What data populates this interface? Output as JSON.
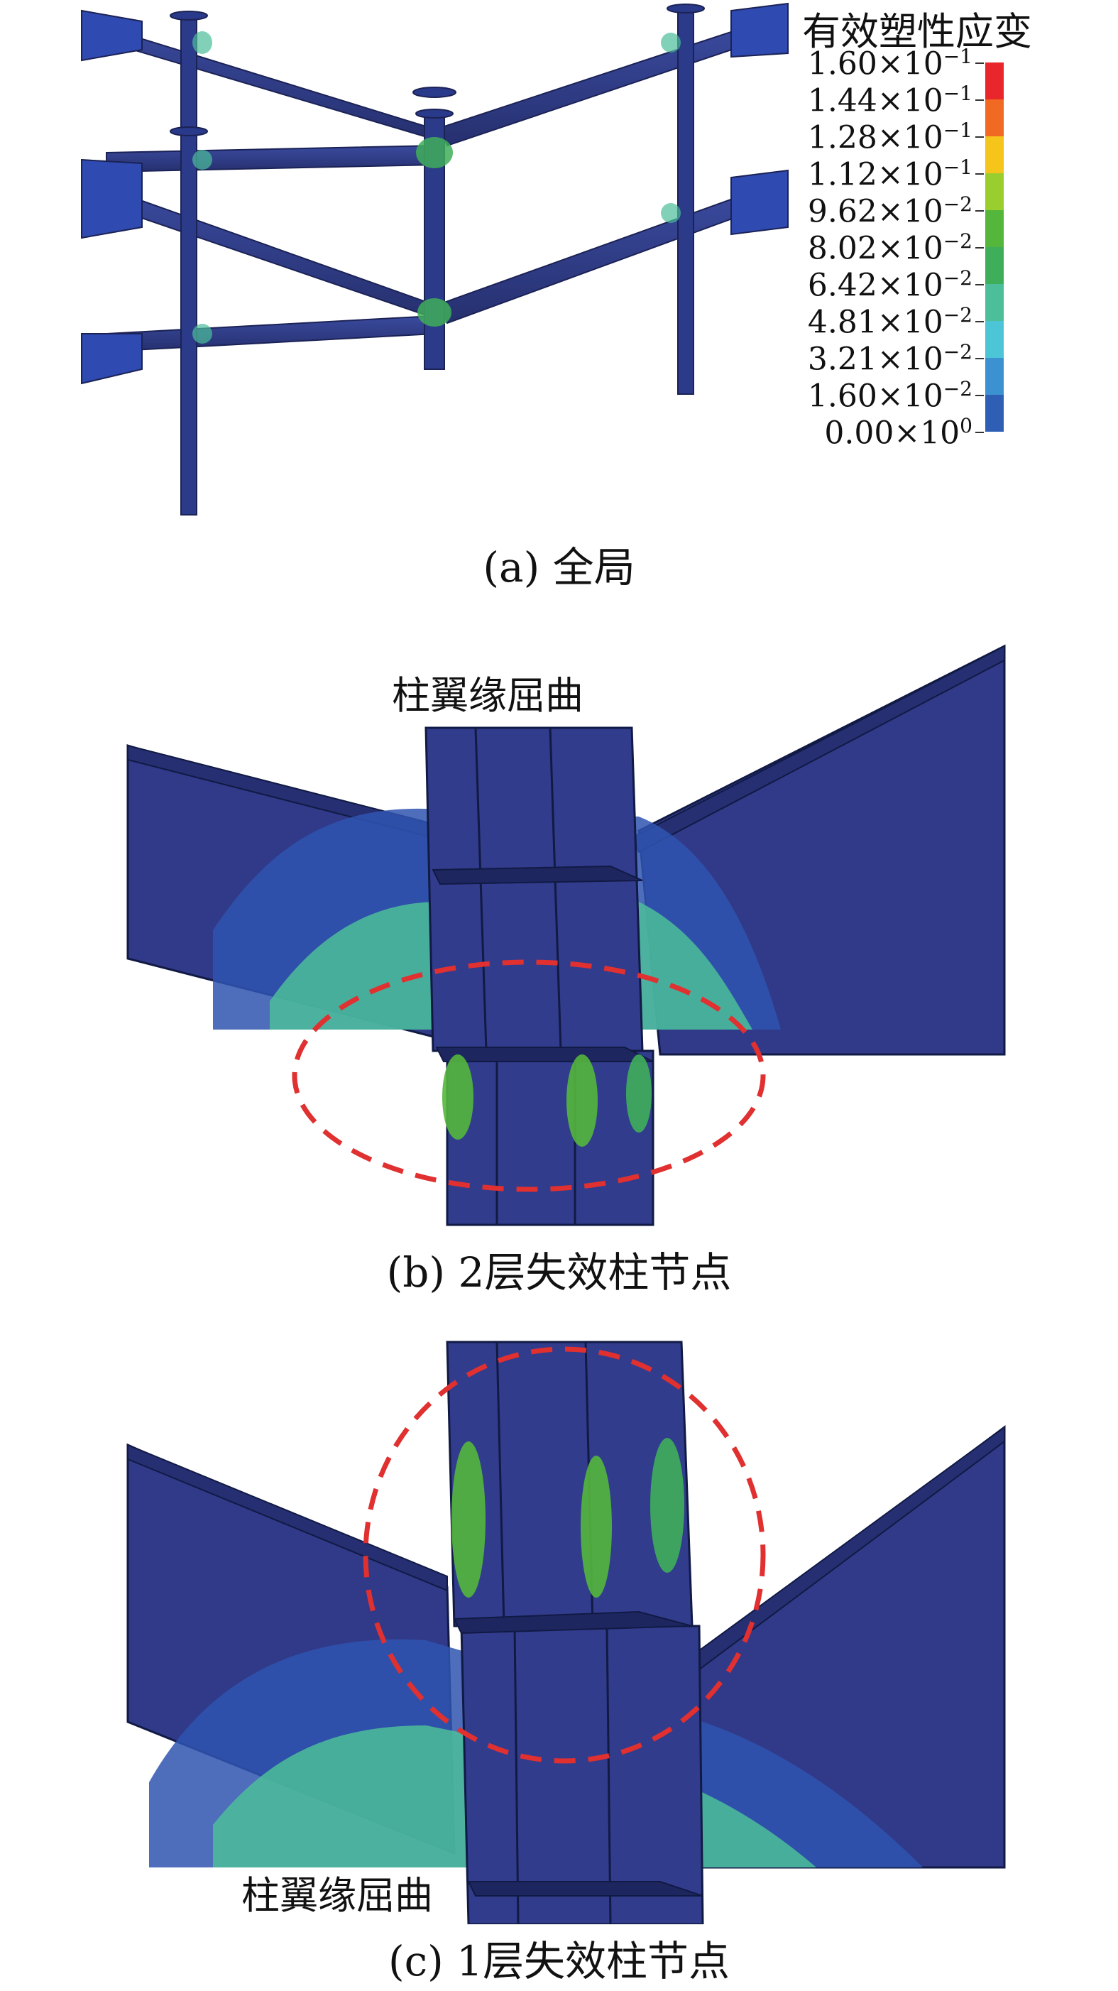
{
  "legend": {
    "title": "有效塑性应变",
    "entries": [
      {
        "mantissa": "1.60",
        "exp": "−1",
        "color": "#e8262b"
      },
      {
        "mantissa": "1.44",
        "exp": "−1",
        "color": "#f06a23"
      },
      {
        "mantissa": "1.28",
        "exp": "−1",
        "color": "#f5c51c"
      },
      {
        "mantissa": "1.12",
        "exp": "−1",
        "color": "#9acd2e"
      },
      {
        "mantissa": "9.62",
        "exp": "−2",
        "color": "#54b73c"
      },
      {
        "mantissa": "8.02",
        "exp": "−2",
        "color": "#3fae5a"
      },
      {
        "mantissa": "6.42",
        "exp": "−2",
        "color": "#4cbe9a"
      },
      {
        "mantissa": "4.81",
        "exp": "−2",
        "color": "#4cc6d6"
      },
      {
        "mantissa": "3.21",
        "exp": "−2",
        "color": "#3c92d0"
      },
      {
        "mantissa": "1.60",
        "exp": "−2",
        "color": "#2f5fb5"
      },
      {
        "mantissa": "0.00",
        "exp": "0",
        "color": "#2a3e9a"
      }
    ]
  },
  "captions": {
    "a": "(a) 全局",
    "b": "(b) 2层失效柱节点",
    "c": "(c) 1层失效柱节点"
  },
  "annotations": {
    "b_label": "柱翼缘屈曲",
    "c_label": "柱翼缘屈曲"
  },
  "colors": {
    "steel_dark": "#2b3575",
    "steel_mid": "#334090",
    "steel_blue": "#2f55b0",
    "strain_green": "#3fae5a",
    "strain_teal": "#4cbe9a",
    "circle_red": "#e03030"
  }
}
